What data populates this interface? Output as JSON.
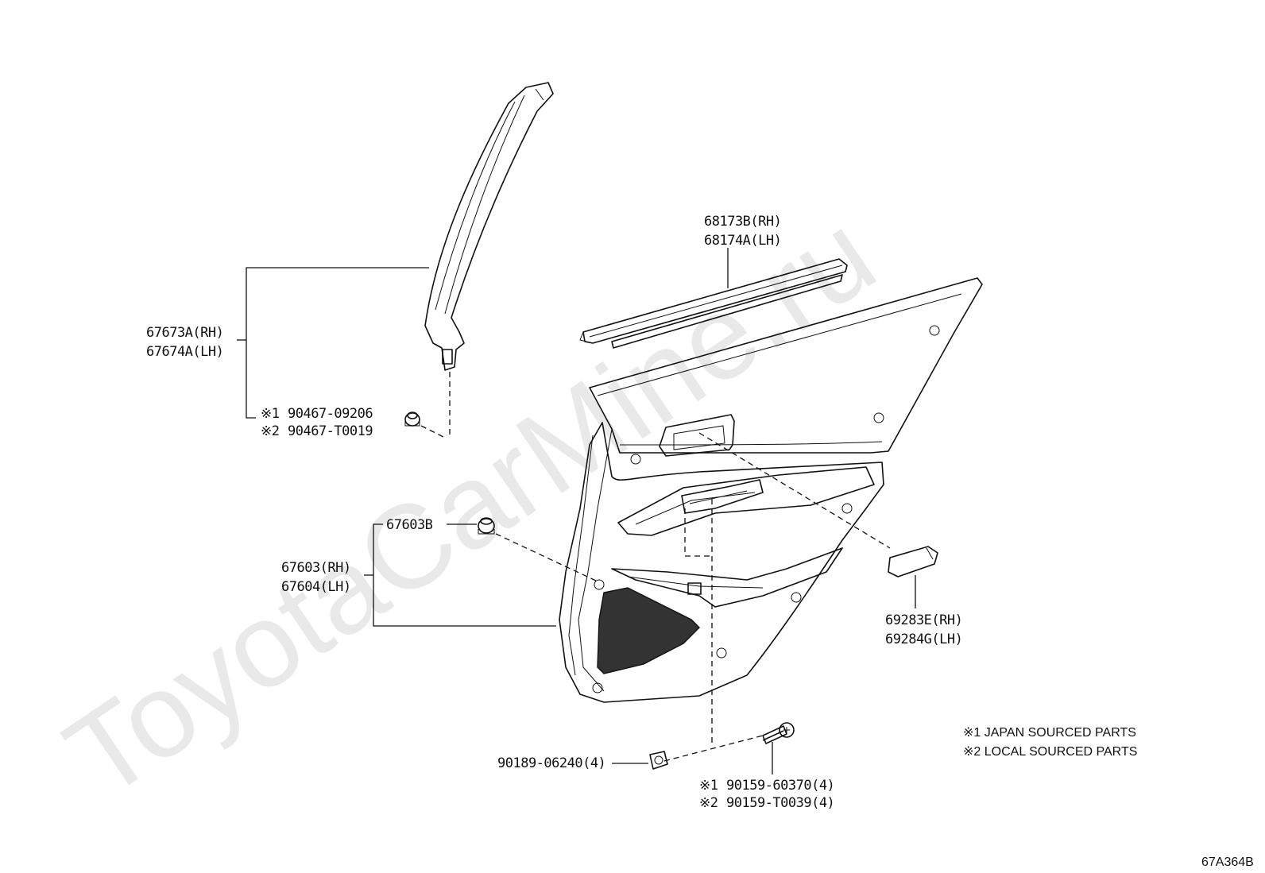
{
  "watermark": "ToyotaCarMine.ru",
  "diagram_code": "67A364B",
  "parts": {
    "pillar_garnish": {
      "rh": "67673A(RH)",
      "lh": "67674A(LH)"
    },
    "pillar_clip": {
      "jp_mark": "※1",
      "jp": "90467-09206",
      "local_mark": "※2",
      "local": "90467-T0019"
    },
    "weatherstrip": {
      "rh": "68173B(RH)",
      "lh": "68174A(LH)"
    },
    "board_clip": "67603B",
    "trim_board": {
      "rh": "67603(RH)",
      "lh": "67604(LH)"
    },
    "armrest_cover": {
      "rh": "69283E(RH)",
      "lh": "69284G(LH)"
    },
    "nut": "90189-06240(4)",
    "screw": {
      "jp_mark": "※1",
      "jp": "90159-60370(4)",
      "local_mark": "※2",
      "local": "90159-T0039(4)"
    }
  },
  "legend": [
    "※1 JAPAN SOURCED PARTS",
    "※2 LOCAL SOURCED PARTS"
  ]
}
